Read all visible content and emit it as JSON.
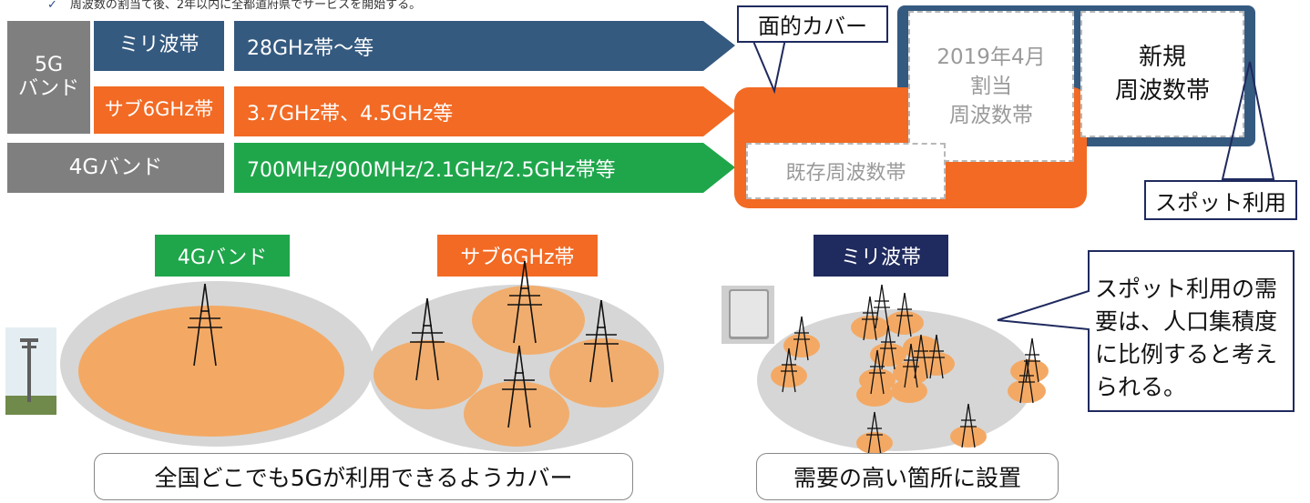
{
  "top_note": {
    "text": "周波数の割当て後、2年以内に全都道府県でサービスを開始する。"
  },
  "bands": {
    "fiveg": "5G\nバンド",
    "mmwave": "ミリ波帯",
    "sub6": "サブ6GHz帯",
    "fourg": "4Gバンド"
  },
  "arrows": {
    "mmwave": "28GHz帯～等",
    "sub6": "3.7GHz帯、4.5GHz等",
    "fourg": "700MHz/900MHz/2.1GHz/2.5GHz帯等"
  },
  "coverage": {
    "area_label": "面的カバー",
    "alloc_2019": "2019年4月\n割当\n周波数帯",
    "new_band": "新規\n周波数帯",
    "existing": "既存周波数帯",
    "spot": "スポット利用"
  },
  "tags": {
    "fourg": "4Gバンド",
    "sub6": "サブ6GHz帯",
    "mmwave": "ミリ波帯"
  },
  "callout": {
    "text": "スポット利用の需要は、人口集積度に比例すると考えられる。"
  },
  "captions": {
    "left": "全国どこでも5Gが利用できるようカバー",
    "right": "需要の高い箇所に設置"
  },
  "colors": {
    "navy": "#355a80",
    "orange": "#f26a24",
    "green": "#1fa64b",
    "gray": "#7f7f7f",
    "dark_navy": "#1f2a5e"
  }
}
